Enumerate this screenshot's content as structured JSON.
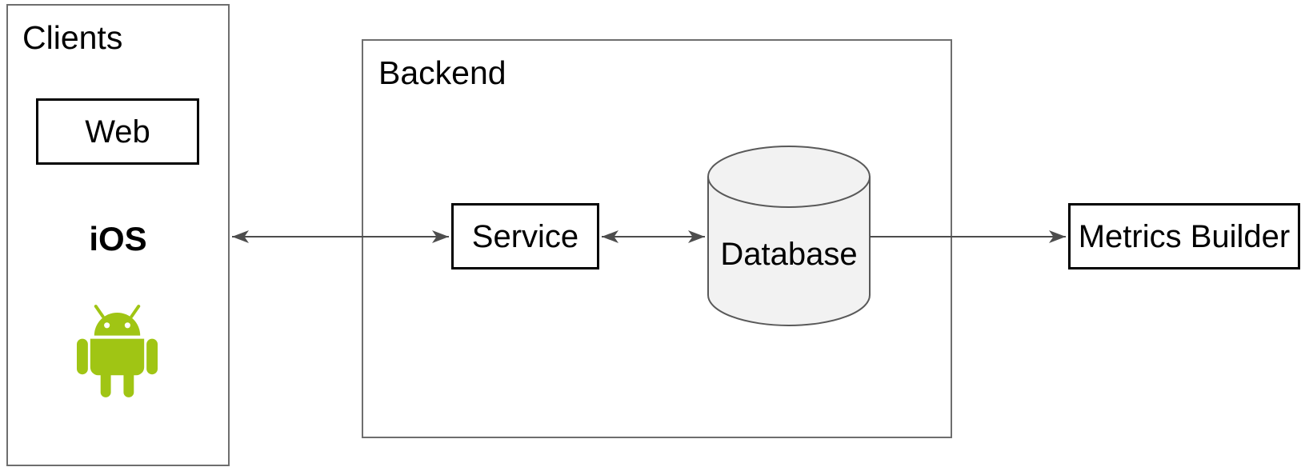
{
  "diagram": {
    "containers": {
      "clients": {
        "label": "Clients"
      },
      "backend": {
        "label": "Backend"
      }
    },
    "nodes": {
      "web": {
        "label": "Web"
      },
      "ios": {
        "label": "iOS"
      },
      "android": {
        "icon": "android-robot-icon"
      },
      "service": {
        "label": "Service"
      },
      "database": {
        "label": "Database",
        "shape": "cylinder"
      },
      "metrics_builder": {
        "label": "Metrics Builder"
      }
    },
    "edges": [
      {
        "from": "Clients",
        "to": "Service",
        "arrows": "both"
      },
      {
        "from": "Service",
        "to": "Database",
        "arrows": "both"
      },
      {
        "from": "Database",
        "to": "Metrics Builder",
        "arrows": "to"
      }
    ],
    "colors": {
      "background": "#ffffff",
      "container_border": "#6e6e6e",
      "node_border": "#000000",
      "edge": "#4d4d4d",
      "cylinder_fill": "#f2f2f2",
      "cylinder_stroke": "#595959",
      "android_green": "#a0c514",
      "text": "#000000"
    }
  }
}
